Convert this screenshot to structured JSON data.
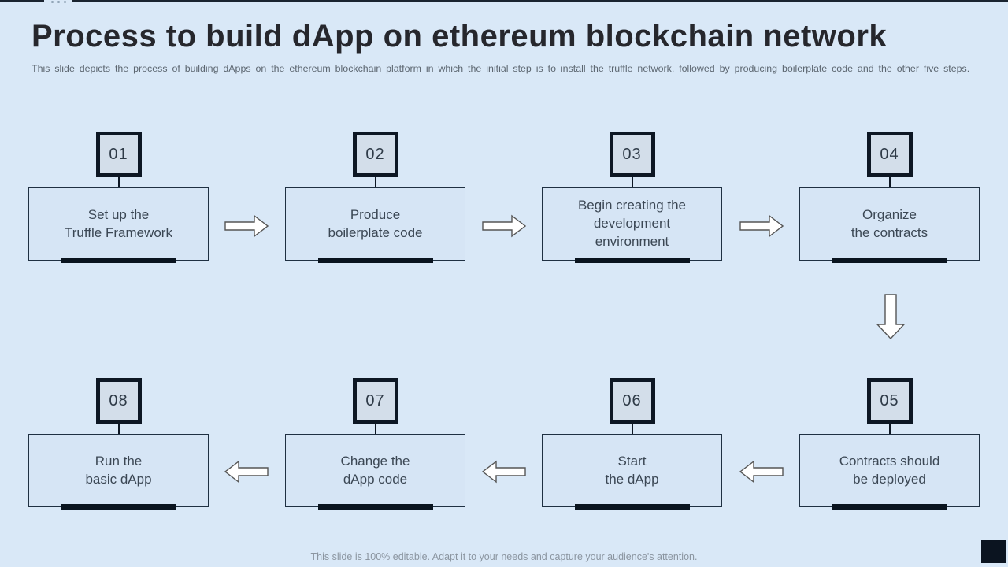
{
  "slide": {
    "title": "Process to build dApp on ethereum blockchain network",
    "subtitle": "This slide depicts the process of building dApps on the ethereum blockchain platform in which the initial step is to install the truffle network, followed by producing boilerplate code and the other five steps.",
    "footer_note": "This slide is 100% editable. Adapt it to your needs and capture your audience's attention."
  },
  "steps": [
    {
      "number": "01",
      "label": "Set up the\nTruffle Framework"
    },
    {
      "number": "02",
      "label": "Produce\nboilerplate code"
    },
    {
      "number": "03",
      "label": "Begin creating the\ndevelopment\nenvironment"
    },
    {
      "number": "04",
      "label": "Organize\nthe contracts"
    },
    {
      "number": "05",
      "label": "Contracts should\nbe deployed"
    },
    {
      "number": "06",
      "label": "Start\nthe dApp"
    },
    {
      "number": "07",
      "label": "Change the\ndApp code"
    },
    {
      "number": "08",
      "label": "Run the\nbasic dApp"
    }
  ],
  "flow": {
    "top_row_order": [
      "01",
      "02",
      "03",
      "04"
    ],
    "bottom_row_order": [
      "08",
      "07",
      "06",
      "05"
    ],
    "top_row_arrow_direction": "right",
    "bottom_row_arrow_direction": "left",
    "row_connector_direction": "down"
  },
  "colors": {
    "background": "#d9e8f7",
    "box_fill": "#d6e5f5",
    "box_border": "#1f3042",
    "badge_fill": "#d3deea",
    "badge_border": "#0d1724",
    "accent_bar": "#0a141f",
    "title_text": "#26272d",
    "body_text": "#3b4754",
    "subtitle_text": "#5c6670",
    "footer_text": "#8b95a0",
    "arrow_fill": "#ffffff",
    "arrow_stroke": "#555555"
  }
}
